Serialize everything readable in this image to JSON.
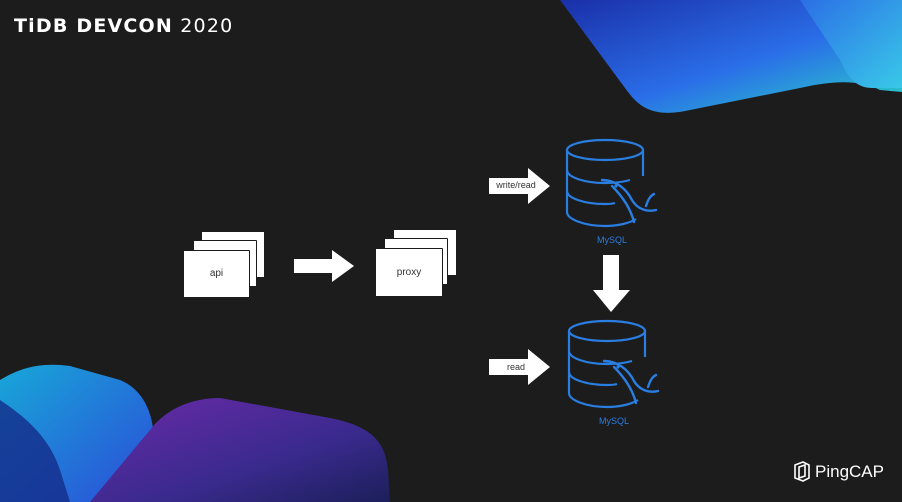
{
  "header": {
    "brand": "TiDB DEVCON",
    "year": "2020"
  },
  "diagram": {
    "api_label": "api",
    "proxy_label": "proxy",
    "write_read_label": "write/read",
    "read_label": "read",
    "primary_db_label": "MySQL",
    "replica_db_label": "MySQL"
  },
  "footer": {
    "company": "PingCAP"
  },
  "colors": {
    "background": "#1c1c1c",
    "db_blue": "#2a7de1",
    "accent_gradient": [
      "#1d4fd6",
      "#27d3c4",
      "#5b2a9e"
    ]
  },
  "icons": [
    "mysql-database-icon",
    "arrow-right-icon",
    "arrow-down-icon",
    "pingcap-logo-icon"
  ]
}
